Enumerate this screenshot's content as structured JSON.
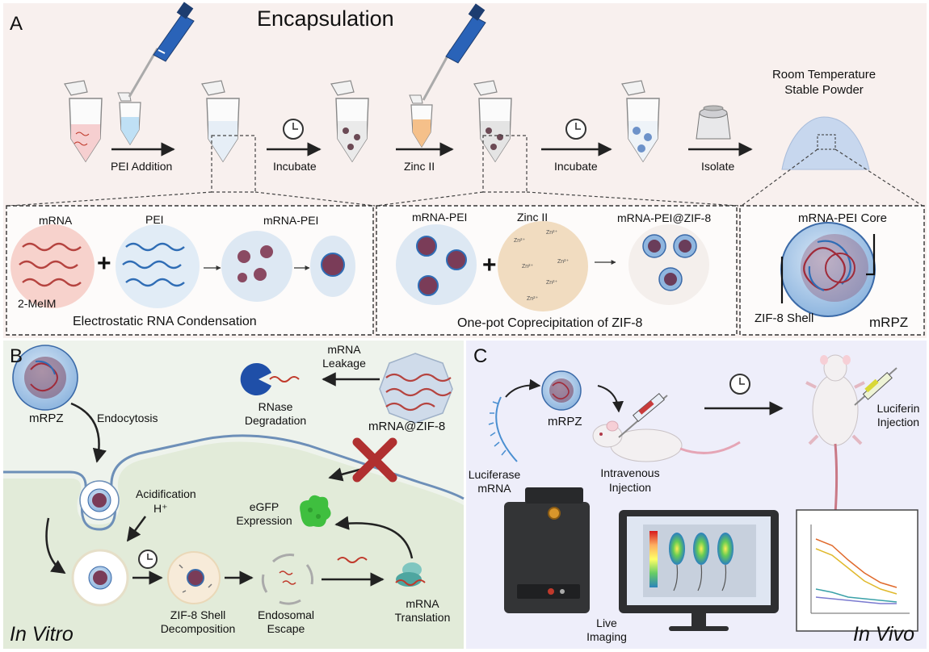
{
  "panel_a": {
    "letter": "A",
    "title": "Encapsulation",
    "steps": [
      "PEI Addition",
      "Incubate",
      "Zinc II",
      "Incubate",
      "Isolate"
    ],
    "powder_label": [
      "Room Temperature",
      "Stable Powder"
    ],
    "box1": {
      "labels": {
        "mrna": "mRNA",
        "pei": "PEI",
        "mrna_pei": "mRNA-PEI",
        "melm": "2-MeIM"
      },
      "caption": "Electrostatic RNA Condensation"
    },
    "box2": {
      "labels": {
        "mrna_pei": "mRNA-PEI",
        "zinc": "Zinc II",
        "product": "mRNA-PEI@ZIF-8"
      },
      "caption": "One-pot Coprecipitation of ZIF-8"
    },
    "box3": {
      "core": "mRNA-PEI Core",
      "shell": "ZIF-8 Shell",
      "name": "mRPZ"
    }
  },
  "panel_b": {
    "letter": "B",
    "mrpz": "mRPZ",
    "endocytosis": "Endocytosis",
    "leakage": [
      "mRNA",
      "Leakage"
    ],
    "rnase": [
      "RNase",
      "Degradation"
    ],
    "mrna_zif": "mRNA@ZIF-8",
    "acidification": "Acidification",
    "proton": "H⁺",
    "egfp": [
      "eGFP",
      "Expression"
    ],
    "zif_decomp": [
      "ZIF-8 Shell",
      "Decomposition"
    ],
    "endosomal": [
      "Endosomal",
      "Escape"
    ],
    "translation": [
      "mRNA",
      "Translation"
    ],
    "in_vitro": "In Vitro"
  },
  "panel_c": {
    "letter": "C",
    "mrpz": "mRPZ",
    "luciferase": [
      "Luciferase",
      "mRNA"
    ],
    "iv": [
      "Intravenous",
      "Injection"
    ],
    "luciferin": [
      "Luciferin",
      "Injection"
    ],
    "imaging": [
      "Live",
      "Imaging"
    ],
    "in_vivo": "In Vivo"
  },
  "colors": {
    "panel_a_bg": "#f8f0ee",
    "panel_b_bg": "#eef3ec",
    "panel_b_cell": "#e2ebd9",
    "panel_c_bg": "#eeeefa",
    "mrna_red": "#c0392b",
    "pei_blue": "#2f6db5",
    "egfp_green": "#3fbf3f",
    "rnase_blue": "#1f4fa8",
    "cross_red": "#b03030"
  },
  "icons": [
    "pipette-icon",
    "clock-icon",
    "centrifuge-icon",
    "mouse-icon",
    "syringe-icon",
    "imager-icon",
    "monitor-icon",
    "plot-icon"
  ]
}
